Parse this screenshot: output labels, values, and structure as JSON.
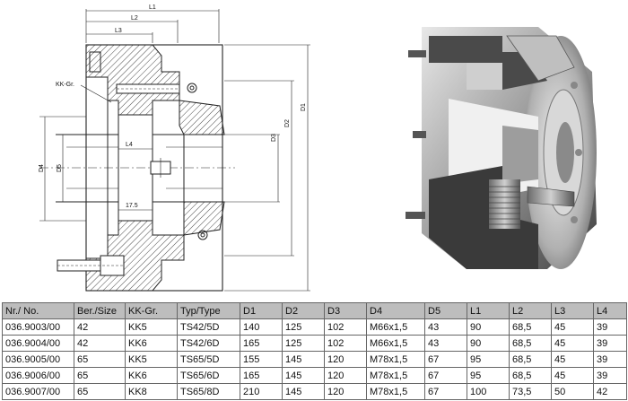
{
  "drawing": {
    "dimension_labels": {
      "L1": "L1",
      "L2": "L2",
      "L3": "L3",
      "L4": "L4",
      "D1": "D1",
      "D2": "D2",
      "D3": "D3",
      "D4": "D4",
      "D5": "D5",
      "KK": "KK-Gr.",
      "dim175": "17.5"
    }
  },
  "table": {
    "headers": [
      "Nr./ No.",
      "Ber./Size",
      "KK-Gr.",
      "Typ/Type",
      "D1",
      "D2",
      "D3",
      "D4",
      "D5",
      "L1",
      "L2",
      "L3",
      "L4"
    ],
    "rows": [
      [
        "036.9003/00",
        "42",
        "KK5",
        "TS42/5D",
        "140",
        "125",
        "102",
        "M66x1,5",
        "43",
        "90",
        "68,5",
        "45",
        "39"
      ],
      [
        "036.9004/00",
        "42",
        "KK6",
        "TS42/6D",
        "165",
        "125",
        "102",
        "M66x1,5",
        "43",
        "90",
        "68,5",
        "45",
        "39"
      ],
      [
        "036.9005/00",
        "65",
        "KK5",
        "TS65/5D",
        "155",
        "145",
        "120",
        "M78x1,5",
        "67",
        "95",
        "68,5",
        "45",
        "39"
      ],
      [
        "036.9006/00",
        "65",
        "KK6",
        "TS65/6D",
        "165",
        "145",
        "120",
        "M78x1,5",
        "67",
        "95",
        "68,5",
        "45",
        "39"
      ],
      [
        "036.9007/00",
        "65",
        "KK8",
        "TS65/8D",
        "210",
        "145",
        "120",
        "M78x1,5",
        "67",
        "100",
        "73,5",
        "50",
        "42"
      ]
    ]
  }
}
